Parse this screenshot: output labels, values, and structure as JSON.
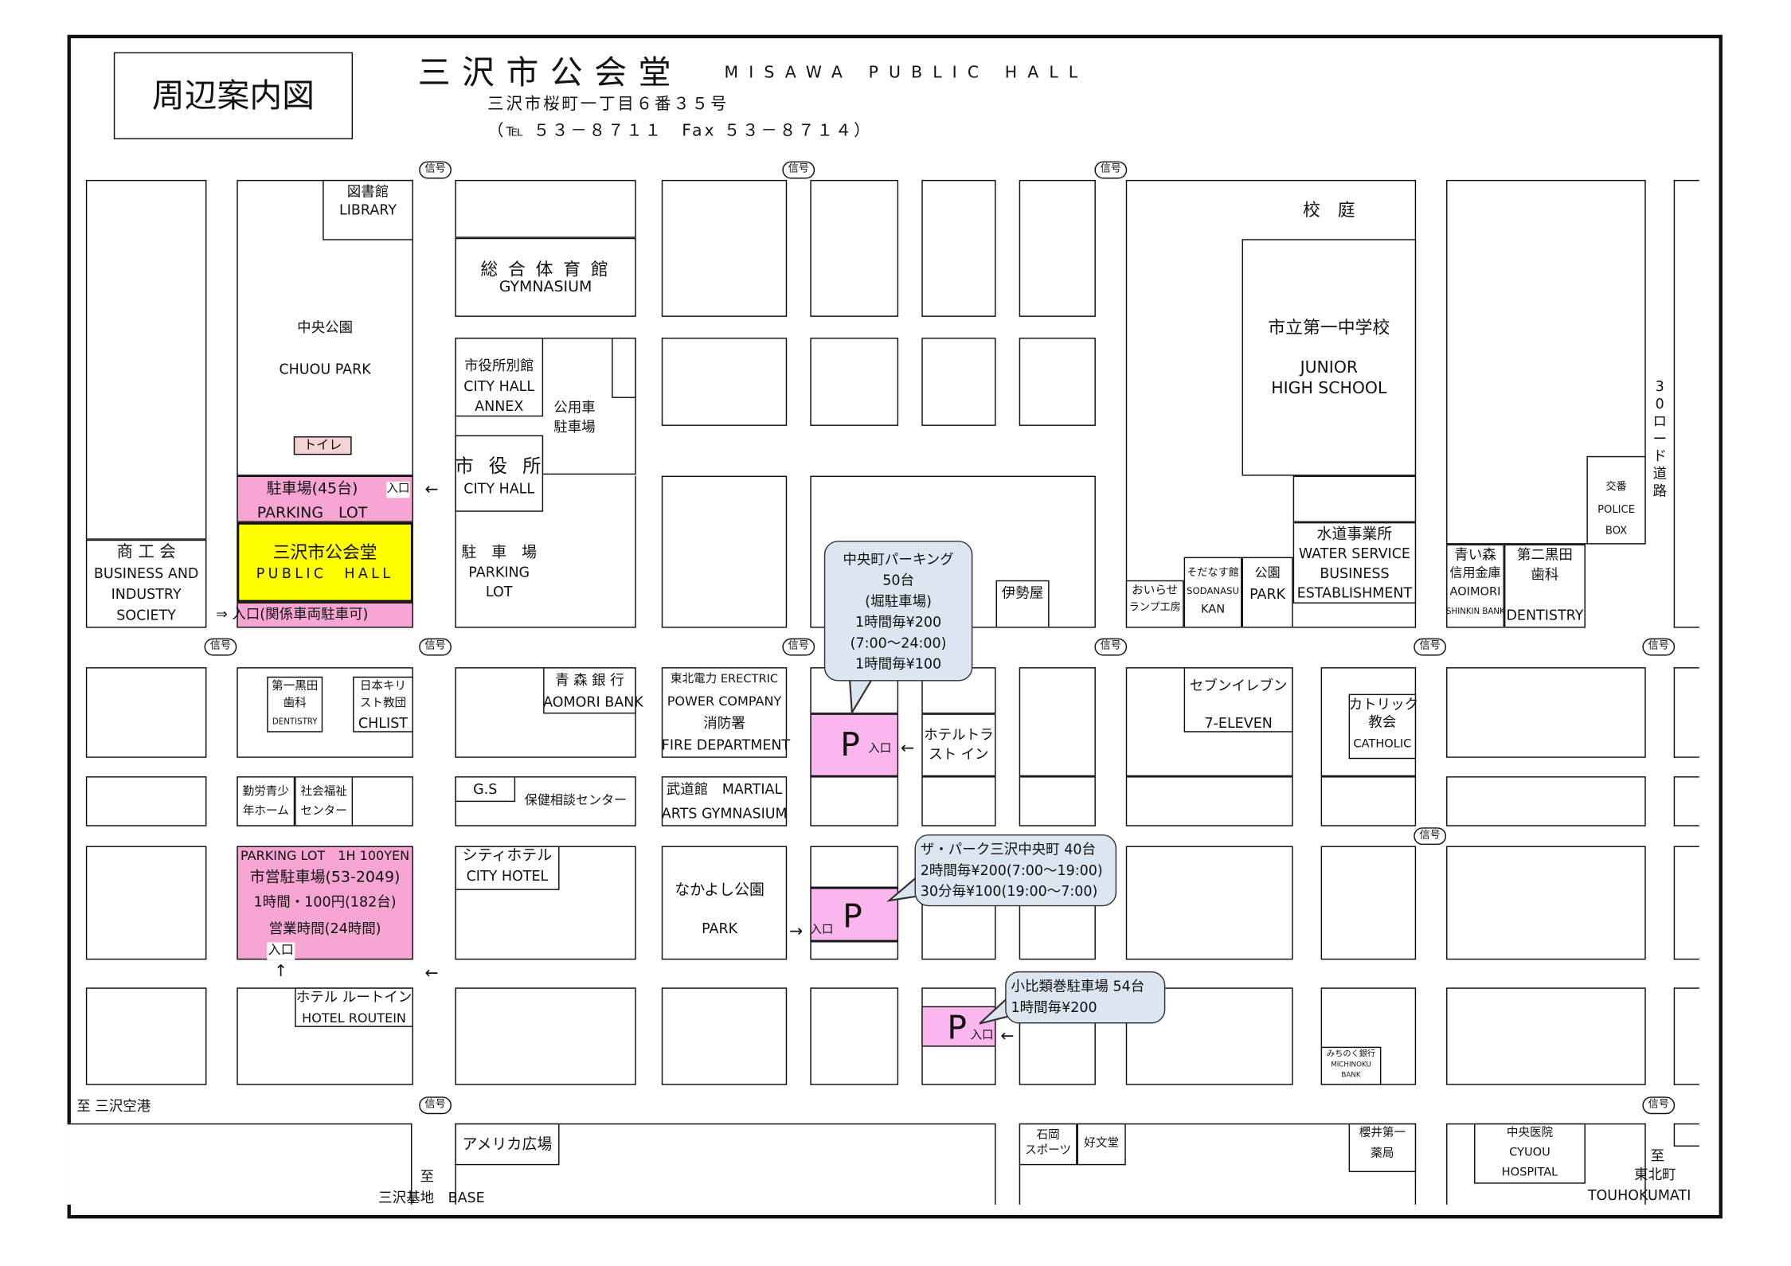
{
  "header": {
    "title_box": "周辺案内図",
    "hall_name_ja": "三沢市公会堂",
    "hall_name_en": "MISAWA PUBLIC HALL",
    "address": "三沢市桜町一丁目６番３５号",
    "contact": "（℡ ５３－８７１１　Fax ５３－８７１４）"
  },
  "signal": "信号",
  "labels": {
    "library_ja": "図書館",
    "library_en": "LIBRARY",
    "park_ja": "中央公園",
    "park_en": "CHUOU PARK",
    "toilet": "トイレ",
    "parking45": "駐車場(45台)",
    "parking_lot": "PARKING　LOT",
    "entrance": "入口",
    "hall_ja": "三沢市公会堂",
    "hall_en": "PUBLIC　HALL",
    "entrance_note": "⇒ 入口(関係車両駐車可)",
    "shokokai_ja": "商 工 会",
    "shokokai_en1": "BUSINESS AND",
    "shokokai_en2": "INDUSTRY",
    "shokokai_en3": "SOCIETY",
    "gym_ja": "総 合 体 育 館",
    "gym_en": "GYMNASIUM",
    "annex_ja": "市役所別館",
    "annex_en1": "CITY HALL",
    "annex_en2": "ANNEX",
    "official_parking1": "公用車",
    "official_parking2": "駐車場",
    "cityhall_ja": "市 役 所",
    "cityhall_en": "CITY HALL",
    "parking_ja": "駐　車　場",
    "parking_en1": "PARKING",
    "parking_en2": "LOT",
    "school_yard": "校　庭",
    "junior_ja": "市立第一中学校",
    "junior_en1": "JUNIOR",
    "junior_en2": "HIGH SCHOOL",
    "road30": "30ロード道路",
    "police_ja": "交番",
    "police_en1": "POLICE",
    "police_en2": "BOX",
    "water_ja": "水道事業所",
    "water_en1": "WATER SERVICE",
    "water_en2": "BUSINESS",
    "water_en3": "ESTABLISHMENT",
    "sodanasu_ja": "そだなす館",
    "sodanasu_en1": "SODANASU",
    "sodanasu_en2": "KAN",
    "oirase1": "おいらせ",
    "oirase2": "ランプ工房",
    "koen_ja": "公園",
    "koen_en": "PARK",
    "aoimori_ja1": "青い森",
    "aoimori_ja2": "信用金庫",
    "aoimori_en1": "AOIMORI",
    "aoimori_en2": "SHINKIN BANK",
    "daini_ja1": "第二黒田",
    "daini_ja2": "歯科",
    "daini_en": "DENTISTRY",
    "iseya": "伊勢屋",
    "daiichi_ja1": "第一黒田",
    "daiichi_ja2": "歯科",
    "daiichi_en": "DENTISTRY",
    "kirisuto1": "日本キリ",
    "kirisuto2": "スト教団",
    "kirisuto_en": "CHLIST",
    "aomori_bank_ja": "青 森 銀 行",
    "aomori_bank_en": "AOMORI BANK",
    "tohoku_ja": "東北電力 ERECTRIC",
    "tohoku_en": "POWER COMPANY",
    "fire_ja": "消防署",
    "fire_en": "FIRE DEPARTMENT",
    "hotel_trust1": "ホテルトラ",
    "hotel_trust2": "スト イン",
    "seven_ja": "セブンイレブン",
    "seven_en": "7-ELEVEN",
    "catholic_ja1": "カトリック",
    "catholic_ja2": "教会",
    "catholic_en": "CATHOLIC",
    "kinro1": "勤労青少",
    "kinro2": "年ホーム",
    "shakai1": "社会福祉",
    "shakai2": "センター",
    "gs": "G.S",
    "hoken": "保健相談センター",
    "budokan_ja": "武道館　MARTIAL",
    "budokan_en": "ARTS GYMNASIUM",
    "city_parking_en": "PARKING LOT　1H 100YEN",
    "city_parking_ja": "市営駐車場(53-2049)",
    "city_parking_rate": "1時間・100円(182台)",
    "city_parking_hours": "営業時間(24時間)",
    "city_hotel_ja": "シティホテル",
    "city_hotel_en": "CITY HOTEL",
    "nakayoshi_ja": "なかよし公園",
    "nakayoshi_en": "PARK",
    "hotel_route_ja": "ホテル ルートイン",
    "hotel_route_en": "HOTEL ROUTEIN",
    "michinoku1": "みちのく銀行",
    "michinoku2": "MICHINOKU",
    "michinoku3": "BANK",
    "to_airport": "至 三沢空港",
    "america": "アメリカ広場",
    "to_base1": "至",
    "to_base2": "三沢基地　BASE",
    "ishioka1": "石岡",
    "ishioka2": "スポーツ",
    "kobundo": "好文堂",
    "sakurai1": "櫻井第一",
    "sakurai2": "薬局",
    "chuo_hosp_ja": "中央医院",
    "chuo_hosp_en1": "CYUOU",
    "chuo_hosp_en2": "HOSPITAL",
    "to_tohoku1": "至",
    "to_tohoku2": "東北町",
    "to_tohoku3": "TOUHOKUMATI",
    "p": "P"
  },
  "callouts": {
    "chuocho": [
      "中央町パーキング",
      "50台",
      "(堀駐車場)",
      "1時間毎¥200",
      "(7:00～24:00)",
      "1時間毎¥100"
    ],
    "thepark": [
      "ザ・パーク三沢中央町 40台",
      "2時間毎¥200(7:00～19:00)",
      "30分毎¥100(19:00～7:00)"
    ],
    "kohirui": [
      "小比類巻駐車場 54台",
      "1時間毎¥200"
    ]
  },
  "colors": {
    "parking_pink": "#f7a6d4",
    "hall_yellow": "#ffff00",
    "callout_blue": "#dce6f1"
  }
}
